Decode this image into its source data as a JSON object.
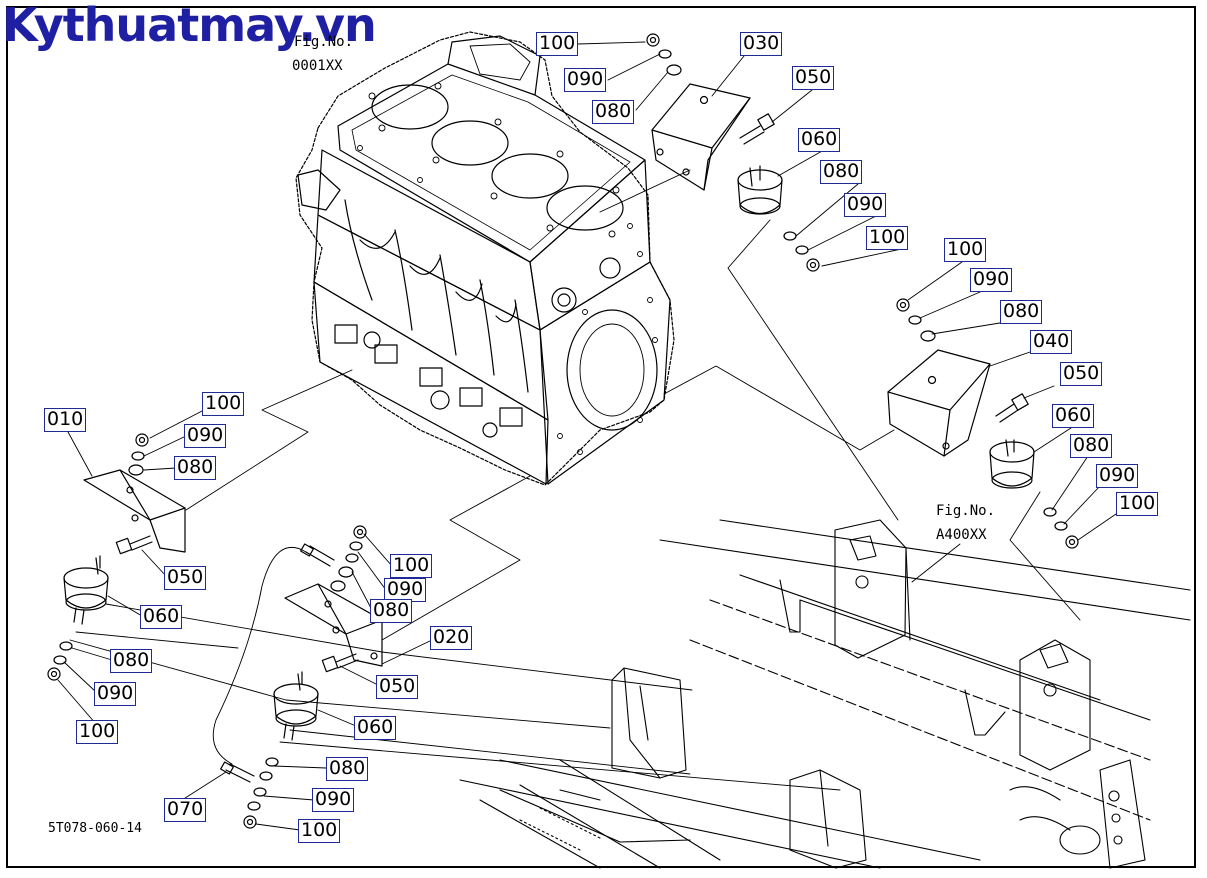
{
  "watermark": "Kythuatmay.vn",
  "fig_refs": {
    "block": {
      "label": "Fig.No.",
      "number": "0001XX"
    },
    "frame": {
      "label": "Fig.No.",
      "number": "A400XX"
    }
  },
  "drawing_code": "5T078-060-14",
  "callouts": {
    "top_bracket": {
      "c100": "100",
      "c090": "090",
      "c080": "080",
      "c030": "030",
      "c050": "050",
      "c060": "060",
      "c080b": "080",
      "c090b": "090",
      "c100b": "100"
    },
    "right_bracket": {
      "c100": "100",
      "c090": "090",
      "c080": "080",
      "c040": "040",
      "c050": "050",
      "c060": "060",
      "c080b": "080",
      "c090b": "090",
      "c100b": "100"
    },
    "left_bracket": {
      "c010": "010",
      "c100": "100",
      "c090": "090",
      "c080": "080",
      "c050": "050",
      "c060": "060",
      "c080b": "080",
      "c090b": "090",
      "c100b": "100"
    },
    "center_bracket": {
      "c100": "100",
      "c090": "090",
      "c080": "080",
      "c020": "020",
      "c050": "050",
      "c060": "060",
      "c080b": "080",
      "c090b": "090",
      "c100b": "100",
      "c070": "070"
    }
  }
}
